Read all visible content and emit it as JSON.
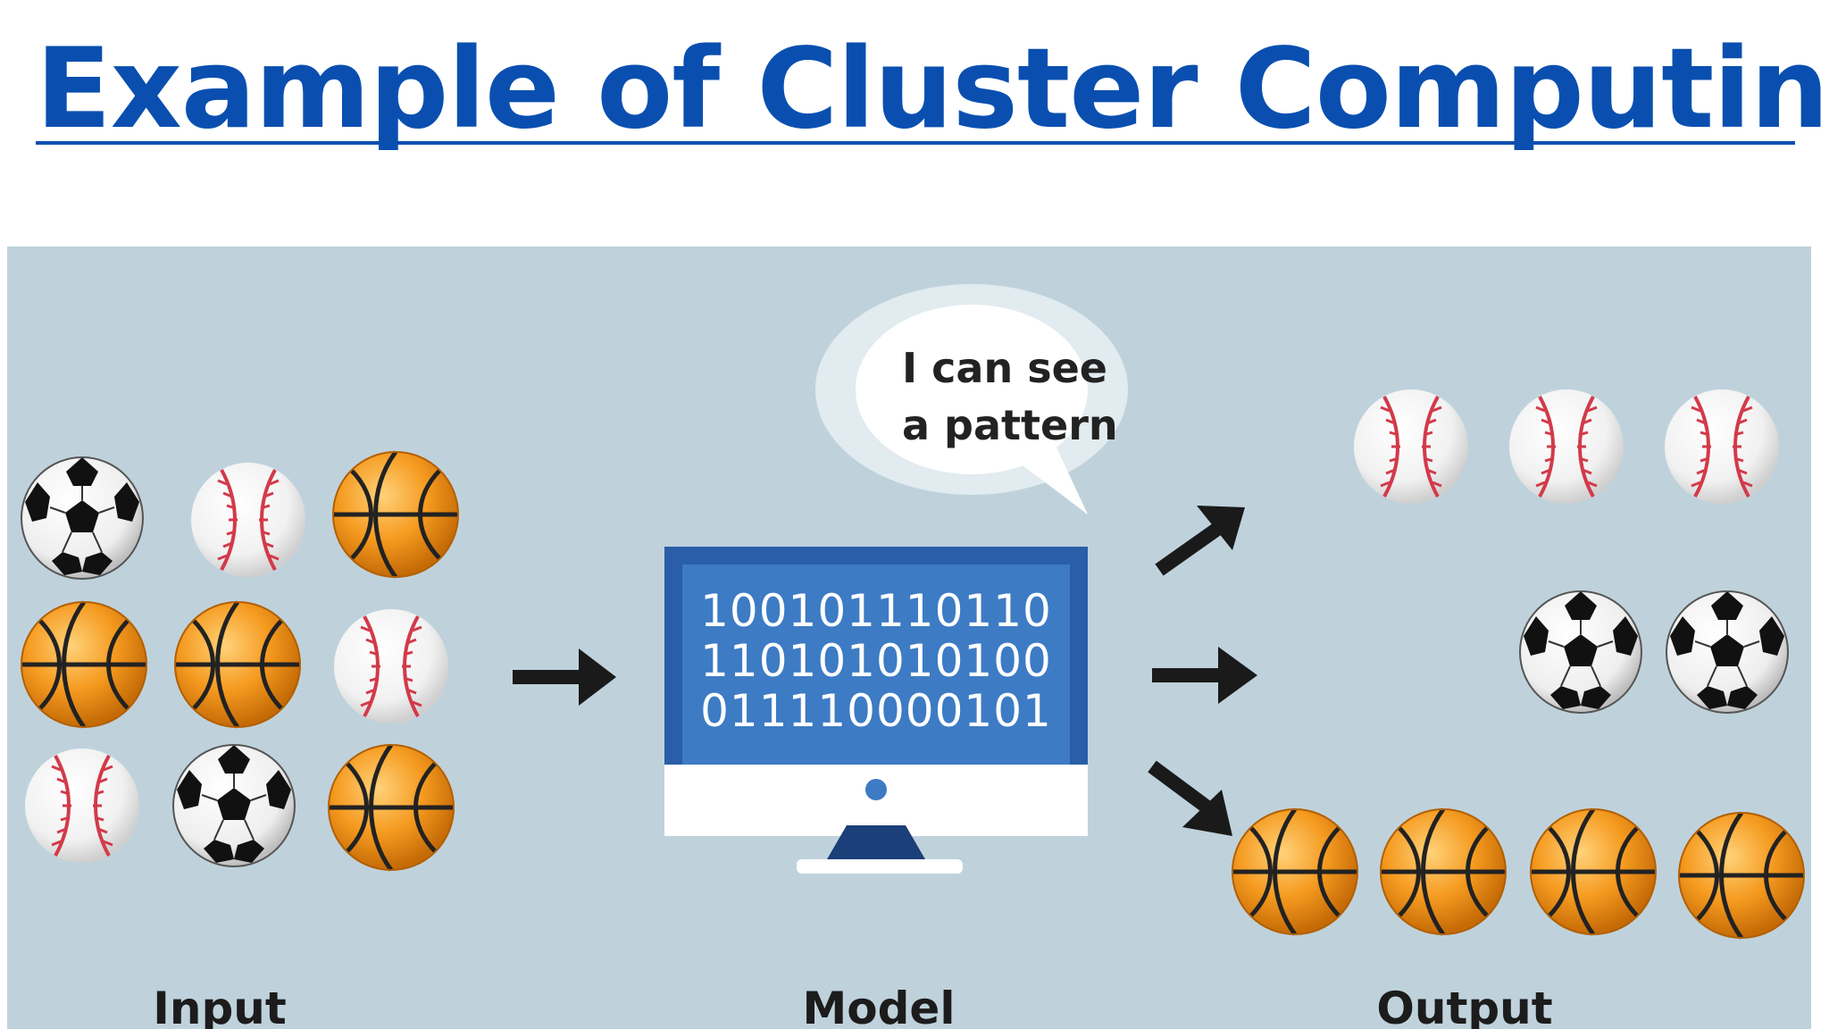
{
  "title": "Example of Cluster Computing",
  "bubble": {
    "line1": "I can see",
    "line2": "a pattern"
  },
  "screen_binary": [
    "100101110110",
    "110101010100",
    "011110000101"
  ],
  "labels": {
    "input": "Input",
    "model": "Model",
    "output": "Output"
  },
  "colors": {
    "title": "#0a4fb0",
    "panel_bg": "#bfd2dc",
    "monitor_screen": "#3d7bc4",
    "monitor_frame": "#2a5ea8"
  },
  "icons": {
    "soccer": "soccer-ball-icon",
    "baseball": "baseball-icon",
    "basketball": "basketball-icon"
  }
}
